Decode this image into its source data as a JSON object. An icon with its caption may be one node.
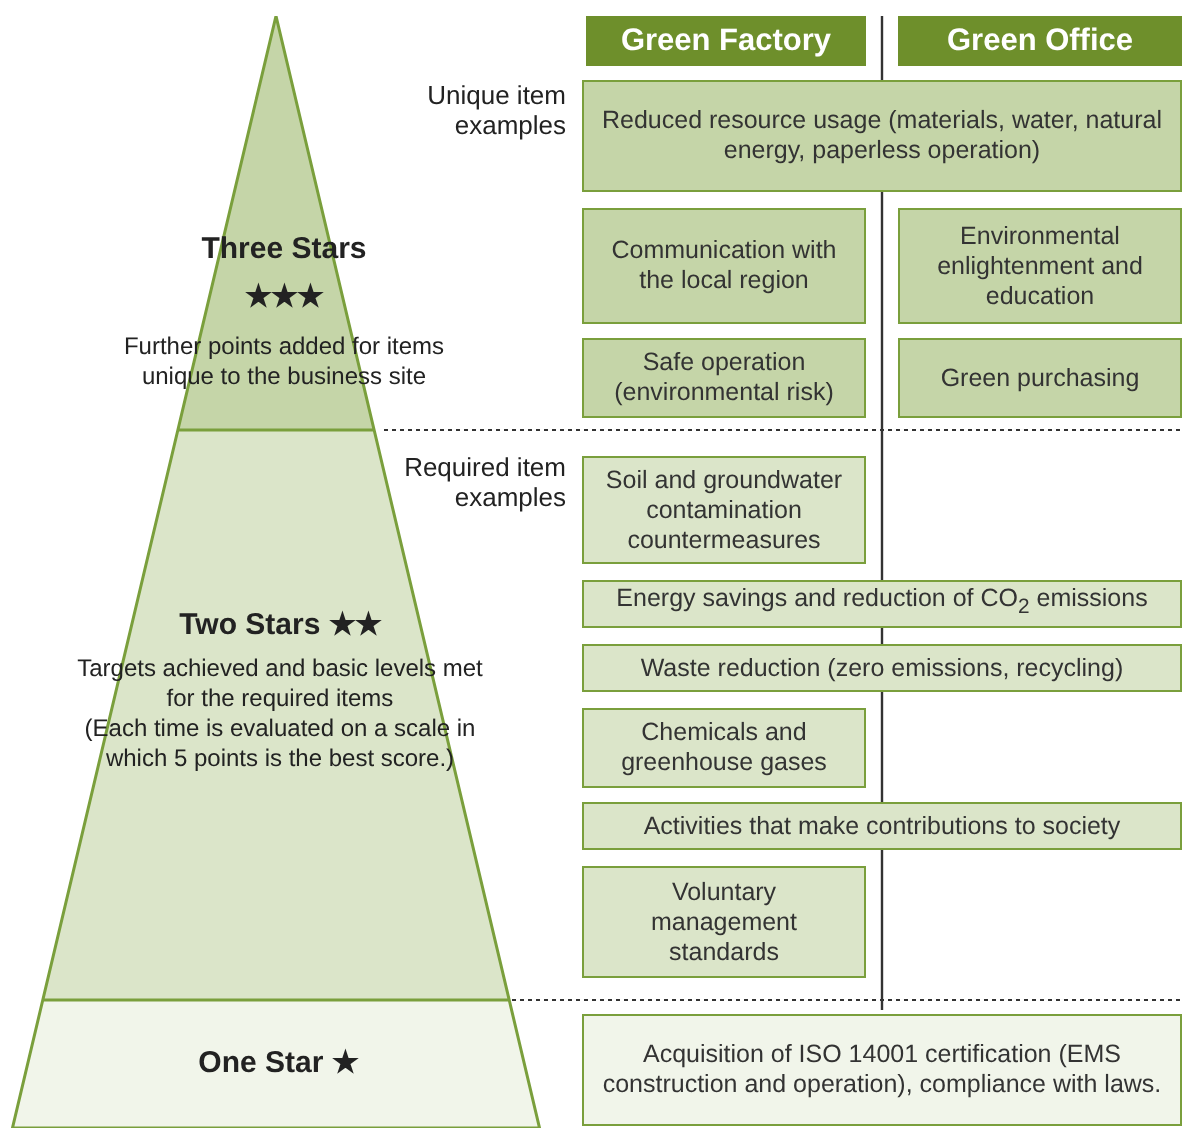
{
  "diagram": {
    "nodes": [
      {
        "text": [
          "Three Stars ★★★",
          "Further points added for items unique to the business site"
        ]
      },
      {
        "text": [
          "Two Stars ★★",
          "Targets achieved and basic levels met for the required items",
          "(Each time is evaluated on a scale in which 5 points is the best score.)"
        ]
      },
      {
        "text": [
          "One Star ★"
        ]
      },
      {
        "text": [
          "Green Factory"
        ]
      },
      {
        "text": [
          "Green Office"
        ]
      },
      {
        "text": [
          "Reduced resource usage (materials, water, natural energy, paperless operation)"
        ]
      },
      {
        "text": [
          "Communication with the local region"
        ]
      },
      {
        "text": [
          "Environmental enlightenment and education"
        ]
      },
      {
        "text": [
          "Safe operation (environmental risk)"
        ]
      },
      {
        "text": [
          "Green purchasing"
        ]
      },
      {
        "text": [
          "Soil and groundwater contamination countermeasures"
        ]
      },
      {
        "text": [
          "Energy savings and reduction of CO$_{2}$ emissions"
        ]
      },
      {
        "text": [
          "Waste reduction (zero emissions, recycling)"
        ]
      },
      {
        "text": [
          "Chemicals and greenhouse gases"
        ]
      },
      {
        "text": [
          "Activities that make contributions to society"
        ]
      },
      {
        "text": [
          "Voluntary management standards"
        ]
      },
      {
        "text": [
          "Acquisition of ISO 14001 certification (EMS construction and operation), compliance with laws."
        ]
      }
    ],
    "labels": [
      "Unique item examples",
      "Required item examples"
    ]
  }
}
